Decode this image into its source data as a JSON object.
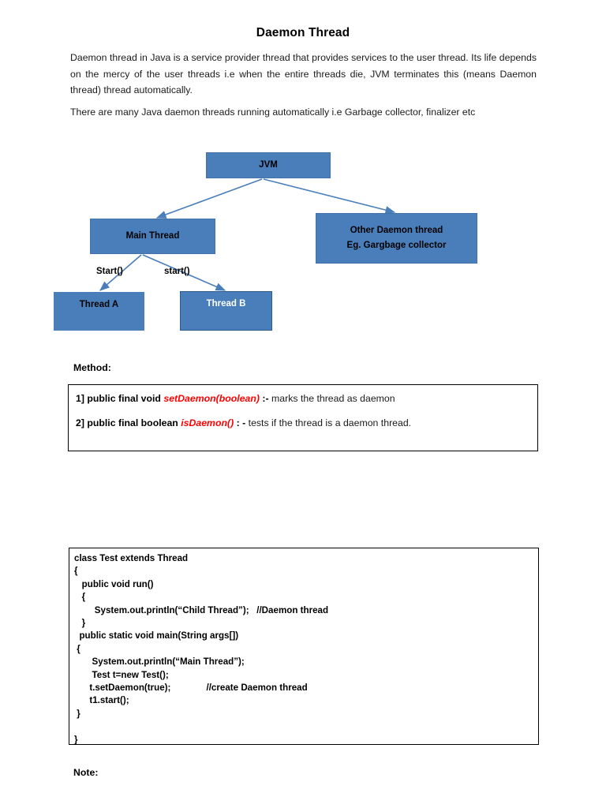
{
  "document": {
    "title": "Daemon Thread",
    "paragraphs": [
      "Daemon thread in Java is a service provider thread that provides services to the user thread. Its life depends on the mercy of the user threads i.e when the entire threads die, JVM terminates this (means Daemon thread) thread automatically.",
      "There are many Java daemon threads running automatically i.e Garbage collector, finalizer etc"
    ]
  },
  "diagram": {
    "nodes": {
      "jvm": {
        "label": "JVM"
      },
      "main_thread": {
        "label": "Main Thread"
      },
      "other_daemon": {
        "line1": "Other Daemon thread",
        "line2": "Eg. Gargbage collector"
      },
      "thread_a": {
        "label": "Thread A"
      },
      "thread_b": {
        "label": "Thread B"
      }
    },
    "edge_labels": {
      "to_thread_a": "Start()",
      "to_thread_b": "start()"
    },
    "colors": {
      "node_fill": "#4a7ebb",
      "node_border": "#4272a8",
      "thread_b_border": "#2e5c8a",
      "arrow": "#4a7ebb"
    }
  },
  "method_section": {
    "heading": "Method:",
    "items": [
      {
        "prefix": "1] public final void",
        "signature": "setDaemon(boolean)",
        "separator": ":-",
        "description": "marks the thread as daemon"
      },
      {
        "prefix": "2] public final boolean",
        "signature": "isDaemon()",
        "separator": ": -",
        "description": "tests if the thread is a daemon thread."
      }
    ],
    "accent_color": "#ff0000"
  },
  "code_block": {
    "lines": [
      "class Test extends Thread",
      "{",
      "   public void run()",
      "   {",
      "        System.out.println(“Child Thread”);   //Daemon thread",
      "   }",
      "  public static void main(String args[])",
      " {",
      "       System.out.println(“Main Thread”);",
      "       Test t=new Test();",
      "      t.setDaemon(true);              //create Daemon thread",
      "      t1.start();",
      " }",
      "",
      "}"
    ]
  },
  "note_section": {
    "heading": "Note:"
  }
}
